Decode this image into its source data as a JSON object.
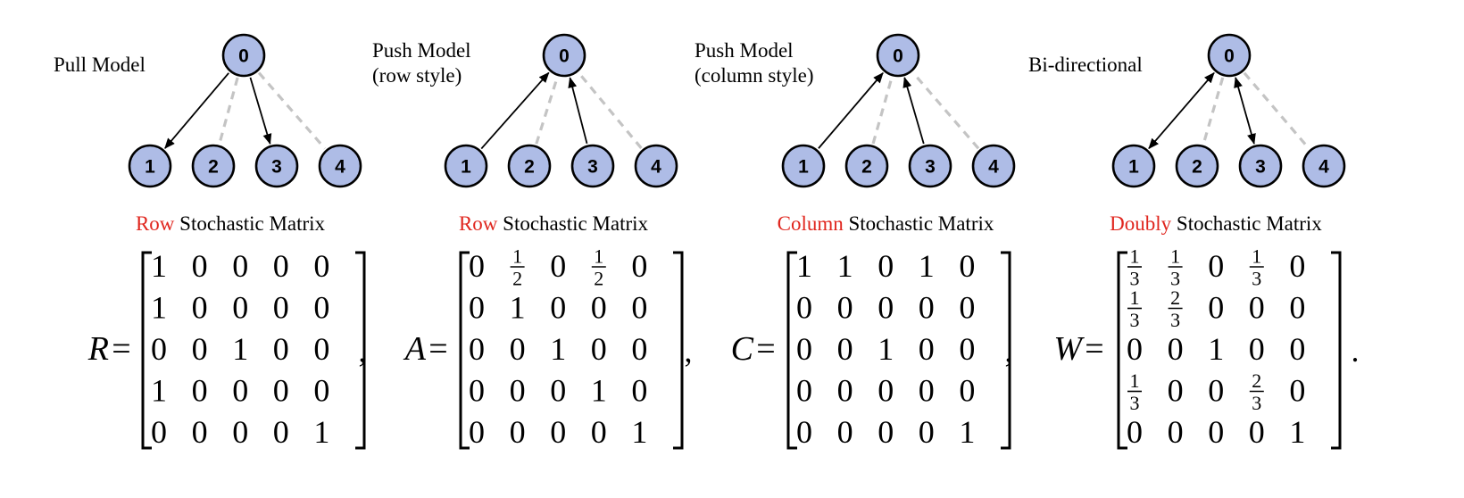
{
  "panels": [
    {
      "title": [
        "Pull Model"
      ],
      "caption_accent": "Row",
      "caption_rest": " Stochastic Matrix",
      "edges": [
        {
          "from": 0,
          "to": 1,
          "style": "solid",
          "arrows": "to"
        },
        {
          "from": 0,
          "to": 2,
          "style": "dashed",
          "arrows": "none"
        },
        {
          "from": 0,
          "to": 3,
          "style": "solid",
          "arrows": "to"
        },
        {
          "from": 0,
          "to": 4,
          "style": "dashed",
          "arrows": "none"
        }
      ],
      "matrix_name": "R",
      "separator": ",",
      "matrix": [
        [
          "1",
          "0",
          "0",
          "0",
          "0"
        ],
        [
          "1",
          "0",
          "0",
          "0",
          "0"
        ],
        [
          "0",
          "0",
          "1",
          "0",
          "0"
        ],
        [
          "1",
          "0",
          "0",
          "0",
          "0"
        ],
        [
          "0",
          "0",
          "0",
          "0",
          "1"
        ]
      ]
    },
    {
      "title": [
        "Push Model",
        "(row style)"
      ],
      "caption_accent": "Row",
      "caption_rest": " Stochastic Matrix",
      "edges": [
        {
          "from": 1,
          "to": 0,
          "style": "solid",
          "arrows": "to"
        },
        {
          "from": 2,
          "to": 0,
          "style": "dashed",
          "arrows": "none"
        },
        {
          "from": 3,
          "to": 0,
          "style": "solid",
          "arrows": "to"
        },
        {
          "from": 4,
          "to": 0,
          "style": "dashed",
          "arrows": "none"
        }
      ],
      "matrix_name": "A",
      "separator": ",",
      "matrix": [
        [
          "0",
          "1/2",
          "0",
          "1/2",
          "0"
        ],
        [
          "0",
          "1",
          "0",
          "0",
          "0"
        ],
        [
          "0",
          "0",
          "1",
          "0",
          "0"
        ],
        [
          "0",
          "0",
          "0",
          "1",
          "0"
        ],
        [
          "0",
          "0",
          "0",
          "0",
          "1"
        ]
      ]
    },
    {
      "title": [
        "Push Model",
        "(column style)"
      ],
      "caption_accent": "Column",
      "caption_rest": " Stochastic Matrix",
      "edges": [
        {
          "from": 1,
          "to": 0,
          "style": "solid",
          "arrows": "to"
        },
        {
          "from": 2,
          "to": 0,
          "style": "dashed",
          "arrows": "none"
        },
        {
          "from": 3,
          "to": 0,
          "style": "solid",
          "arrows": "to"
        },
        {
          "from": 4,
          "to": 0,
          "style": "dashed",
          "arrows": "none"
        }
      ],
      "matrix_name": "C",
      "separator": ",",
      "matrix": [
        [
          "1",
          "1",
          "0",
          "1",
          "0"
        ],
        [
          "0",
          "0",
          "0",
          "0",
          "0"
        ],
        [
          "0",
          "0",
          "1",
          "0",
          "0"
        ],
        [
          "0",
          "0",
          "0",
          "0",
          "0"
        ],
        [
          "0",
          "0",
          "0",
          "0",
          "1"
        ]
      ]
    },
    {
      "title": [
        "Bi-directional"
      ],
      "caption_accent": "Doubly",
      "caption_rest": " Stochastic Matrix",
      "edges": [
        {
          "from": 0,
          "to": 1,
          "style": "solid",
          "arrows": "both"
        },
        {
          "from": 0,
          "to": 2,
          "style": "dashed",
          "arrows": "none"
        },
        {
          "from": 0,
          "to": 3,
          "style": "solid",
          "arrows": "both"
        },
        {
          "from": 0,
          "to": 4,
          "style": "dashed",
          "arrows": "none"
        }
      ],
      "matrix_name": "W",
      "separator": ".",
      "matrix": [
        [
          "1/3",
          "1/3",
          "0",
          "1/3",
          "0"
        ],
        [
          "1/3",
          "2/3",
          "0",
          "0",
          "0"
        ],
        [
          "0",
          "0",
          "1",
          "0",
          "0"
        ],
        [
          "1/3",
          "0",
          "0",
          "2/3",
          "0"
        ],
        [
          "0",
          "0",
          "0",
          "0",
          "1"
        ]
      ]
    }
  ],
  "node_labels": [
    "0",
    "1",
    "2",
    "3",
    "4"
  ],
  "equals_sign": "=",
  "colors": {
    "node_fill": "#aebce6",
    "accent": "#e0261e",
    "dashed_edge": "#c4c4c4"
  }
}
